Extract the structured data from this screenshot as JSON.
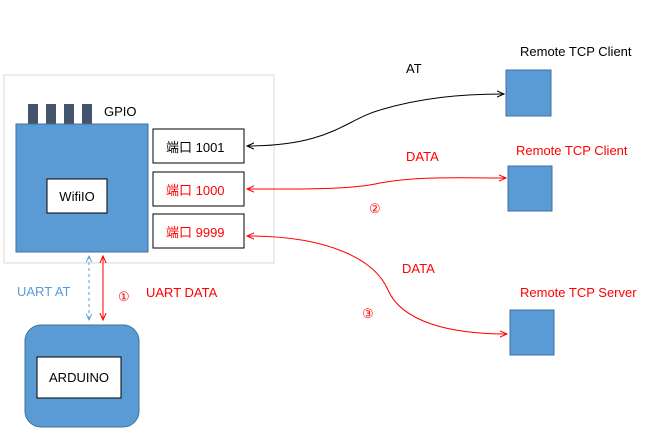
{
  "colors": {
    "box_fill": "#5b9bd5",
    "box_stroke": "#41719c",
    "red": "#ff0000",
    "black": "#000000",
    "uart_at_blue": "#5b9bd5",
    "panel_stroke": "#d9d9d9"
  },
  "module": {
    "gpio_label": "GPIO",
    "chip_label": "WifiIO",
    "ports": [
      {
        "label": "端口 1001"
      },
      {
        "label": "端口 1000"
      },
      {
        "label": "端口  9999"
      }
    ]
  },
  "arduino": {
    "label": "ARDUINO"
  },
  "uart": {
    "at_label": "UART AT",
    "data_label": "UART DATA",
    "marker": "①"
  },
  "remotes": [
    {
      "label": "Remote TCP Client",
      "link_label": "AT"
    },
    {
      "label": "Remote TCP Client",
      "link_label": "DATA",
      "marker": "②"
    },
    {
      "label": "Remote TCP Server",
      "link_label": "DATA",
      "marker": "③"
    }
  ]
}
